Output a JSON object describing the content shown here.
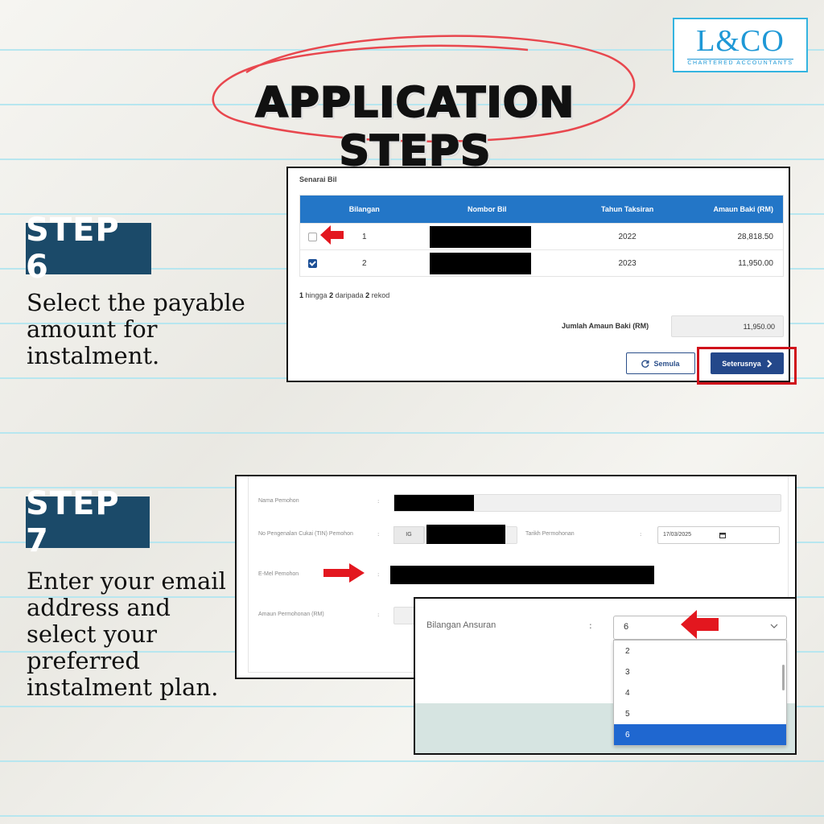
{
  "header": {
    "title": "APPLICATION STEPS",
    "logo_mark": "L&CO",
    "logo_sub": "CHARTERED ACCOUNTANTS"
  },
  "step6": {
    "badge": "STEP 6",
    "desc_lines": [
      "Select the payable",
      "amount for",
      "instalment."
    ],
    "section_title": "Senarai Bil",
    "columns": [
      "Bilangan",
      "Nombor Bil",
      "Tahun Taksiran",
      "Amaun Baki (RM)"
    ],
    "rows": [
      {
        "bilangan": "1",
        "tahun": "2022",
        "amaun": "28,818.50",
        "checked": false
      },
      {
        "bilangan": "2",
        "tahun": "2023",
        "amaun": "11,950.00",
        "checked": true
      }
    ],
    "records": {
      "a": "1",
      "hingga": "hingga",
      "b": "2",
      "daripada": "daripada",
      "c": "2",
      "rekod": "rekod"
    },
    "total_label": "Jumlah Amaun Baki (RM)",
    "total_value": "11,950.00",
    "reset_label": "Semula",
    "next_label": "Seterusnya"
  },
  "step7": {
    "badge": "STEP 7",
    "desc_lines": [
      "Enter your email",
      "address and",
      "select your",
      "preferred",
      "instalment plan."
    ],
    "fields": {
      "nama": "Nama Pemohon",
      "no_pengenalan": "No Pengenalan Cukai (TIN) Pemohon",
      "ic_prefix": "IG",
      "tarikh": "Tarikh Permohonan",
      "tarikh_value": "17/03/2025",
      "emel": "E-Mel Pemohon",
      "amaun": "Amaun Permohonan (RM)"
    },
    "colon": ":",
    "ansuran_label": "Bilangan Ansuran",
    "ansuran_selected": "6",
    "ansuran_options": [
      "2",
      "3",
      "4",
      "5",
      "6"
    ]
  },
  "colors": {
    "badge": "#1b4a69",
    "table_header": "#2376c7",
    "highlight_red": "#d0121b",
    "button_primary": "#24488a",
    "dropdown_selected": "#1f67d0"
  }
}
